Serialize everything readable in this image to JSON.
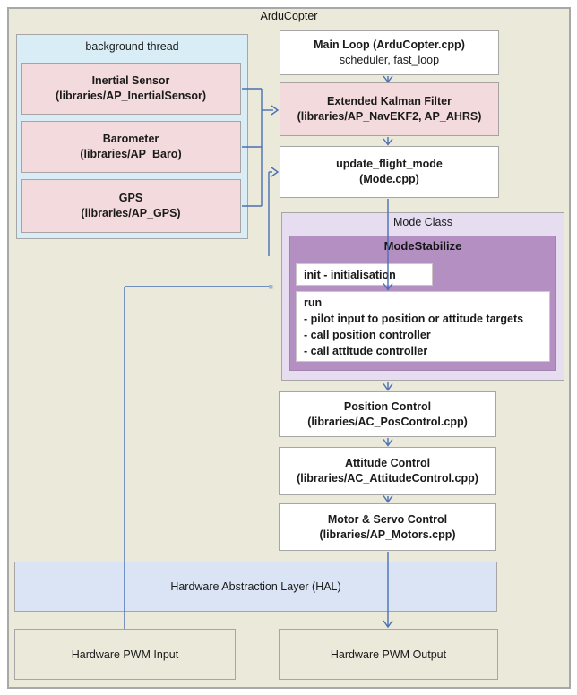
{
  "diagram": {
    "title": "ArduCopter",
    "background_thread": {
      "label": "background thread",
      "boxes": [
        {
          "title": "Inertial Sensor",
          "subtitle": "(libraries/AP_InertialSensor)"
        },
        {
          "title": "Barometer",
          "subtitle": "(libraries/AP_Baro)"
        },
        {
          "title": "GPS",
          "subtitle": "(libraries/AP_GPS)"
        }
      ]
    },
    "main_loop": {
      "title": "Main Loop (ArduCopter.cpp)",
      "subtitle": "scheduler, fast_loop"
    },
    "ekf": {
      "title": "Extended Kalman Filter",
      "subtitle": "(libraries/AP_NavEKF2, AP_AHRS)"
    },
    "update_flight_mode": {
      "title": "update_flight_mode",
      "subtitle": "(Mode.cpp)"
    },
    "mode_class": {
      "label": "Mode Class",
      "mode_stabilize": {
        "title": "ModeStabilize",
        "init_label": "init - initialisation",
        "run": {
          "title": "run",
          "items": [
            "- pilot input to position or attitude targets",
            "- call position controller",
            "- call attitude controller"
          ]
        }
      }
    },
    "position_control": {
      "title": "Position Control",
      "subtitle": "(libraries/AC_PosControl.cpp)"
    },
    "attitude_control": {
      "title": "Attitude Control",
      "subtitle": "(libraries/AC_AttitudeControl.cpp)"
    },
    "motor_servo": {
      "title": "Motor & Servo Control",
      "subtitle": "(libraries/AP_Motors.cpp)"
    },
    "hal_label": "Hardware Abstraction Layer (HAL)",
    "pwm_input_label": "Hardware PWM Input",
    "pwm_output_label": "Hardware PWM Output",
    "colors": {
      "canvas_beige": "#ebe9da",
      "background_thread_blue": "#d9edf6",
      "sensor_pink": "#f3dadc",
      "mode_class_lavender": "#e7ddf1",
      "mode_stabilize_purple": "#b48fc2",
      "hal_periwinkle": "#dbe4f4",
      "connector_blue": "#4a70b4",
      "border_gray": "#a6a6a6"
    }
  }
}
